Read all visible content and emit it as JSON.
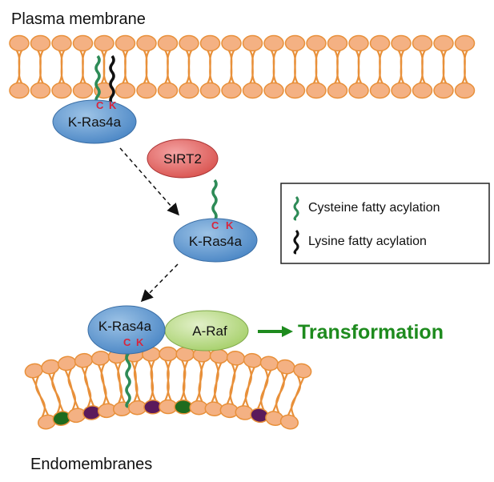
{
  "labels": {
    "plasma_membrane": "Plasma membrane",
    "endomembranes": "Endomembranes",
    "transformation": "Transformation"
  },
  "proteins": {
    "kras_top": "K-Ras4a",
    "sirt2": "SIRT2",
    "kras_mid": "K-Ras4a",
    "kras_bottom": "K-Ras4a",
    "araf": "A-Raf"
  },
  "residues": {
    "c": "C",
    "k": "K"
  },
  "legend": {
    "cysteine": "Cysteine fatty acylation",
    "lysine": "Lysine fatty acylation"
  },
  "colors": {
    "lipid": "#E8903A",
    "lipid_head": "#F4B183",
    "kras": "#5B9BD5",
    "sirt2": "#E06666",
    "araf": "#B6DA7E",
    "cys_chain": "#2E8B57",
    "lys_chain": "#111111",
    "arrow_green": "#1E8B1E",
    "residue_red": "#D7263D",
    "dot_green": "#1E6B1E",
    "dot_purple": "#5B1A5B"
  }
}
